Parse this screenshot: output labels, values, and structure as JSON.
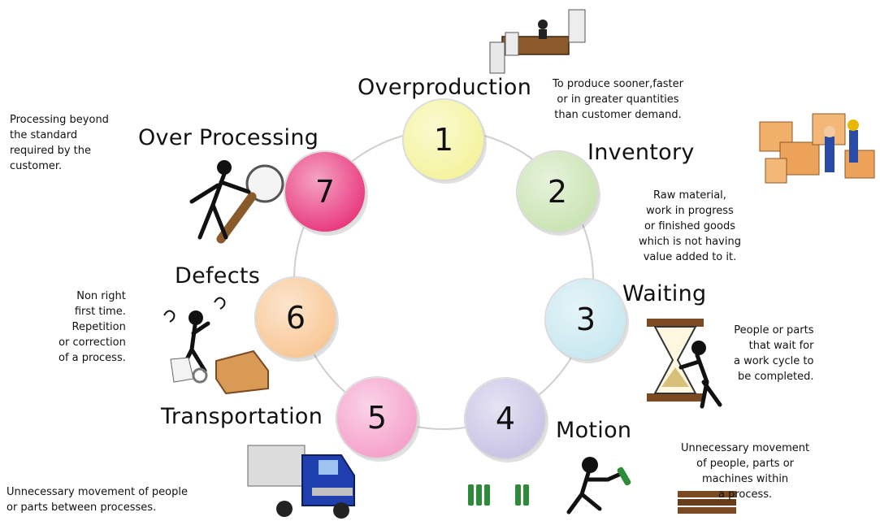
{
  "wastes": [
    {
      "number": "1",
      "title": "Overproduction",
      "color": "#f4f39a",
      "desc": [
        "To produce sooner,faster",
        "or in greater quantities",
        "than customer demand."
      ]
    },
    {
      "number": "2",
      "title": "Inventory",
      "color": "#c8e3b0",
      "desc": [
        "Raw material,",
        "work in progress",
        "or finished goods",
        "which is not having",
        "value added to it."
      ]
    },
    {
      "number": "3",
      "title": "Waiting",
      "color": "#c6e7ef",
      "desc": [
        "People or parts",
        "that wait for",
        "a work cycle to",
        "be completed."
      ]
    },
    {
      "number": "4",
      "title": "Motion",
      "color": "#c7c1e4",
      "desc": [
        "Unnecessary movement",
        "of people, parts or",
        "machines within",
        "a process."
      ]
    },
    {
      "number": "5",
      "title": "Transportation",
      "color": "#f59ec9",
      "desc": [
        "Unnecessary movement of people",
        "or parts between processes."
      ]
    },
    {
      "number": "6",
      "title": "Defects",
      "color": "#f8c692",
      "desc": [
        "Non right",
        "first time.",
        "Repetition",
        "or correction",
        "of a process."
      ]
    },
    {
      "number": "7",
      "title": "Over Processing",
      "color": "#e8337a",
      "desc": [
        "Processing beyond",
        "the standard",
        "required by the",
        "customer."
      ]
    }
  ]
}
